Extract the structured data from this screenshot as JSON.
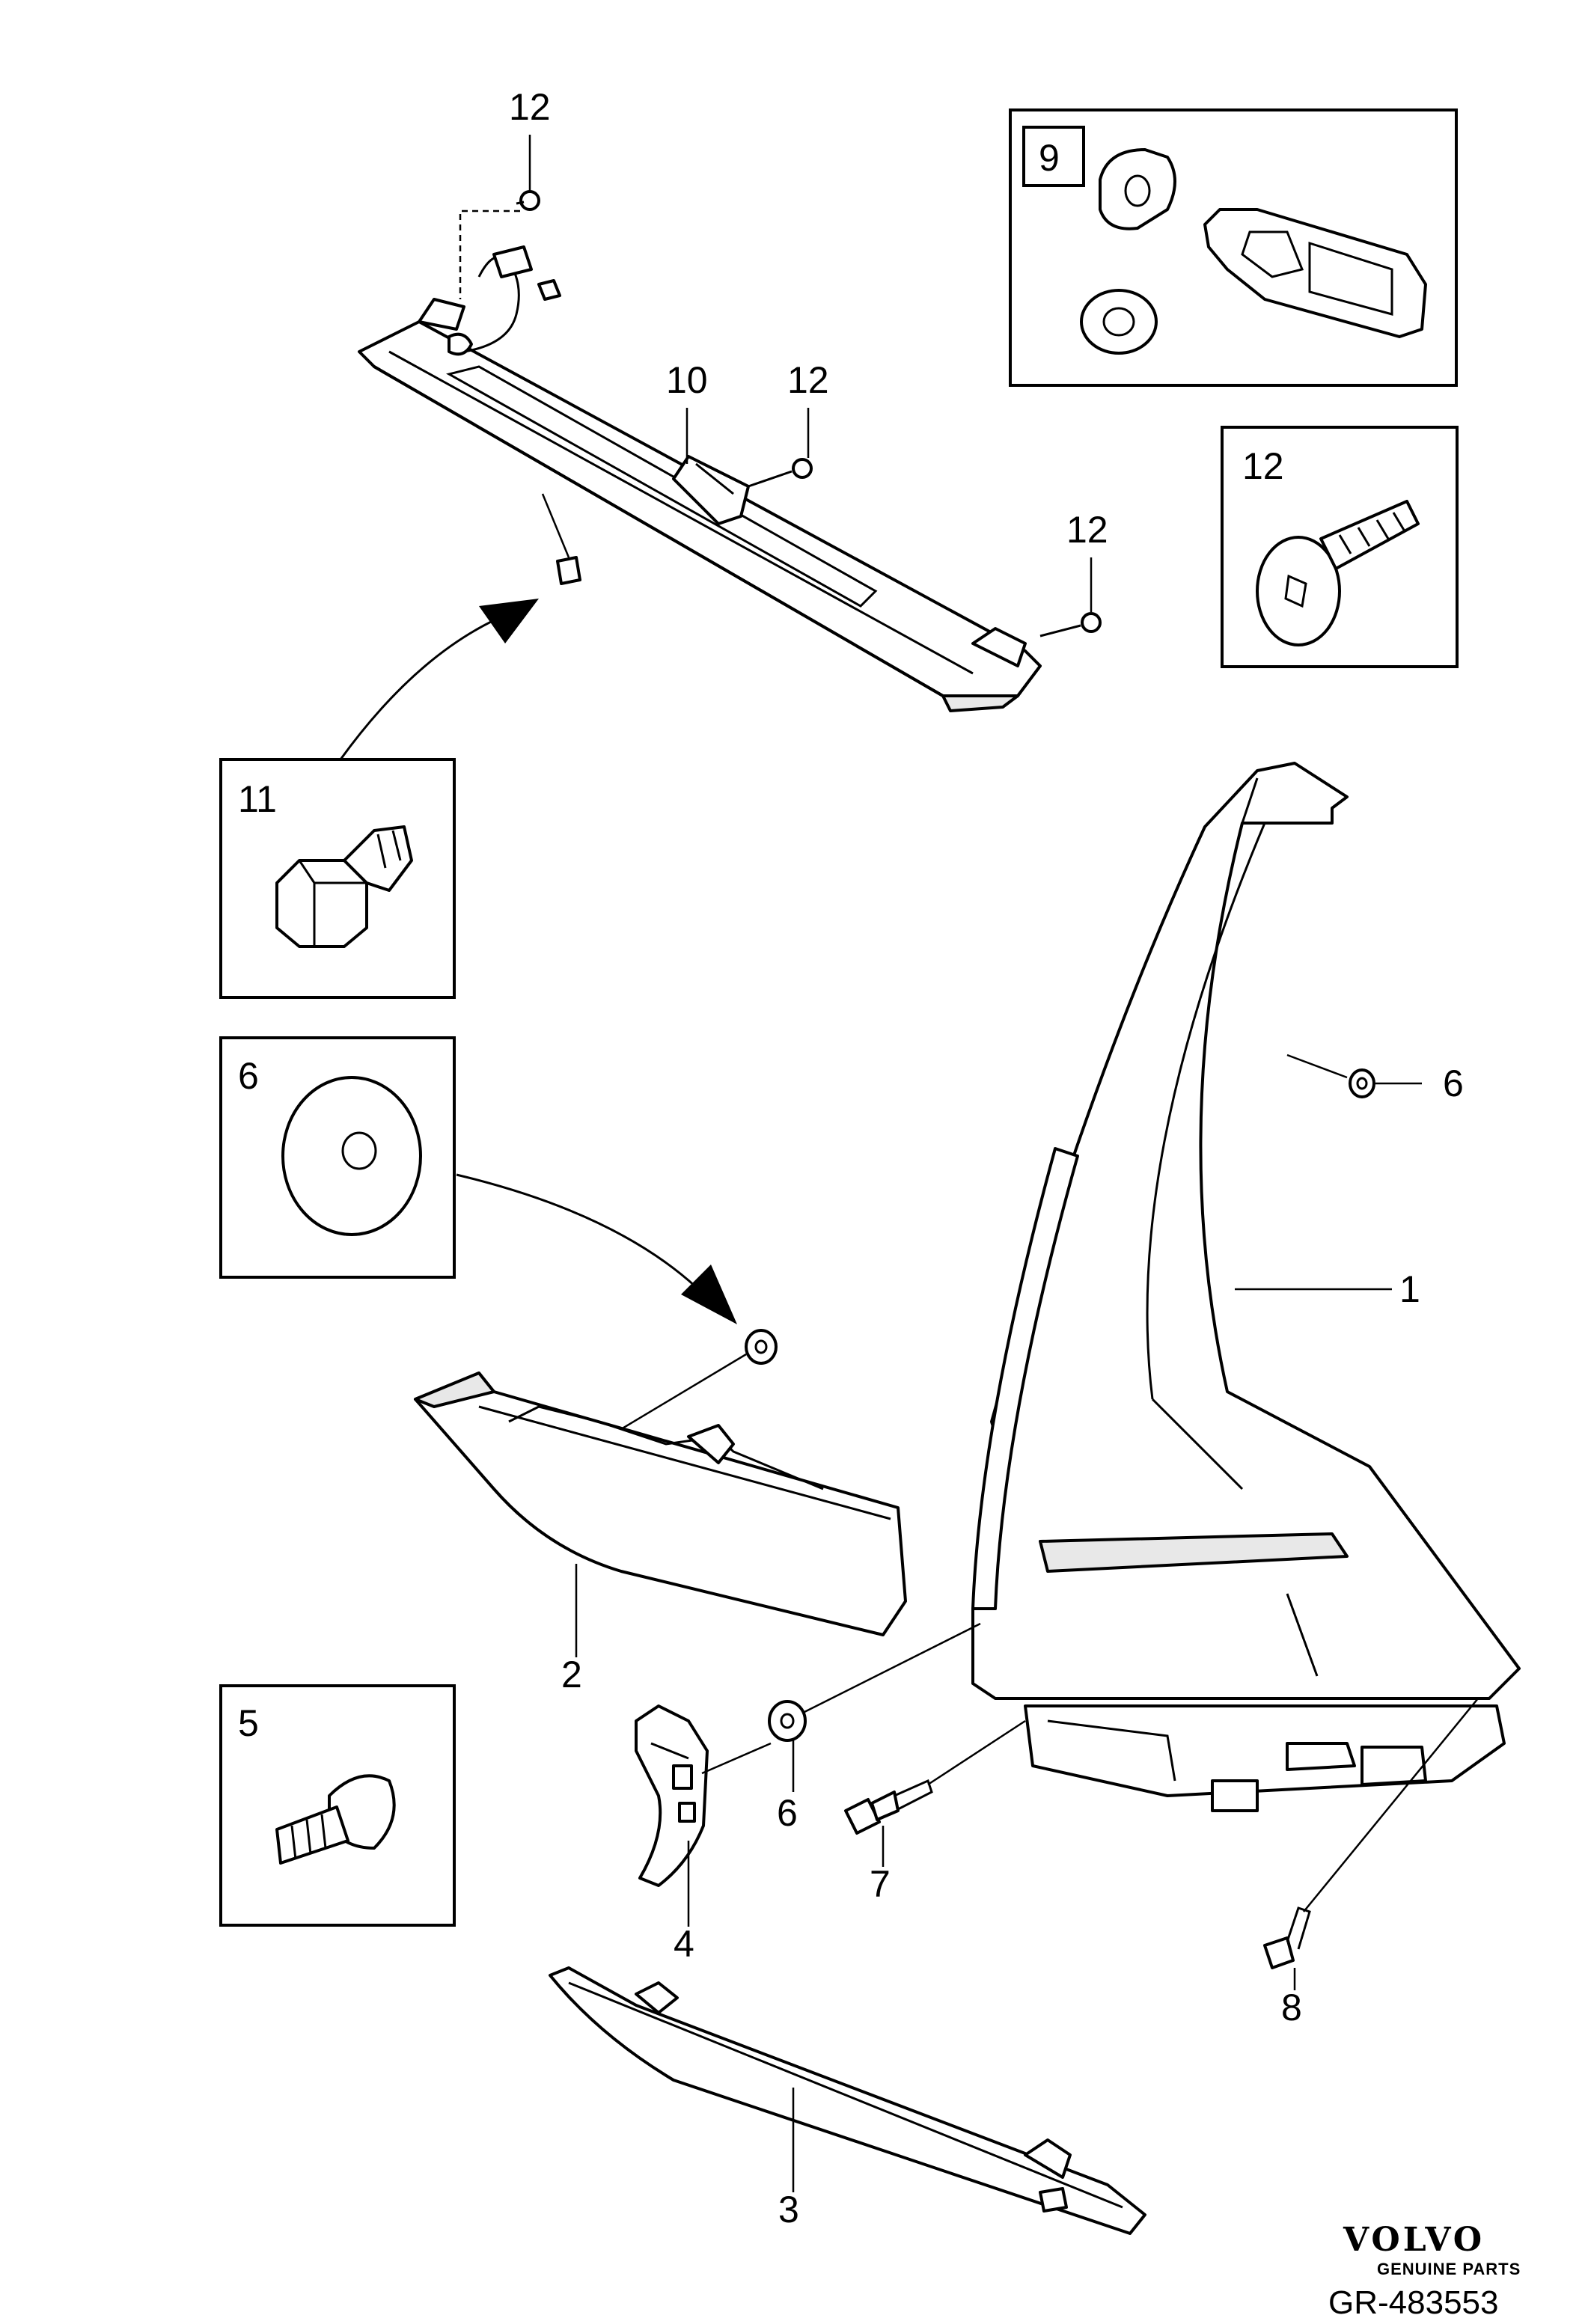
{
  "callouts": {
    "c1": "1",
    "c2": "2",
    "c3": "3",
    "c4": "4",
    "c5": "5",
    "c6a": "6",
    "c6b": "6",
    "c6box": "6",
    "c7": "7",
    "c8": "8",
    "c9box": "9",
    "c10": "10",
    "c11box": "11",
    "c12a": "12",
    "c12b": "12",
    "c12c": "12",
    "c12box": "12"
  },
  "brand": {
    "name": "VOLVO",
    "tagline": "GENUINE PARTS"
  },
  "reference": "GR-483553"
}
